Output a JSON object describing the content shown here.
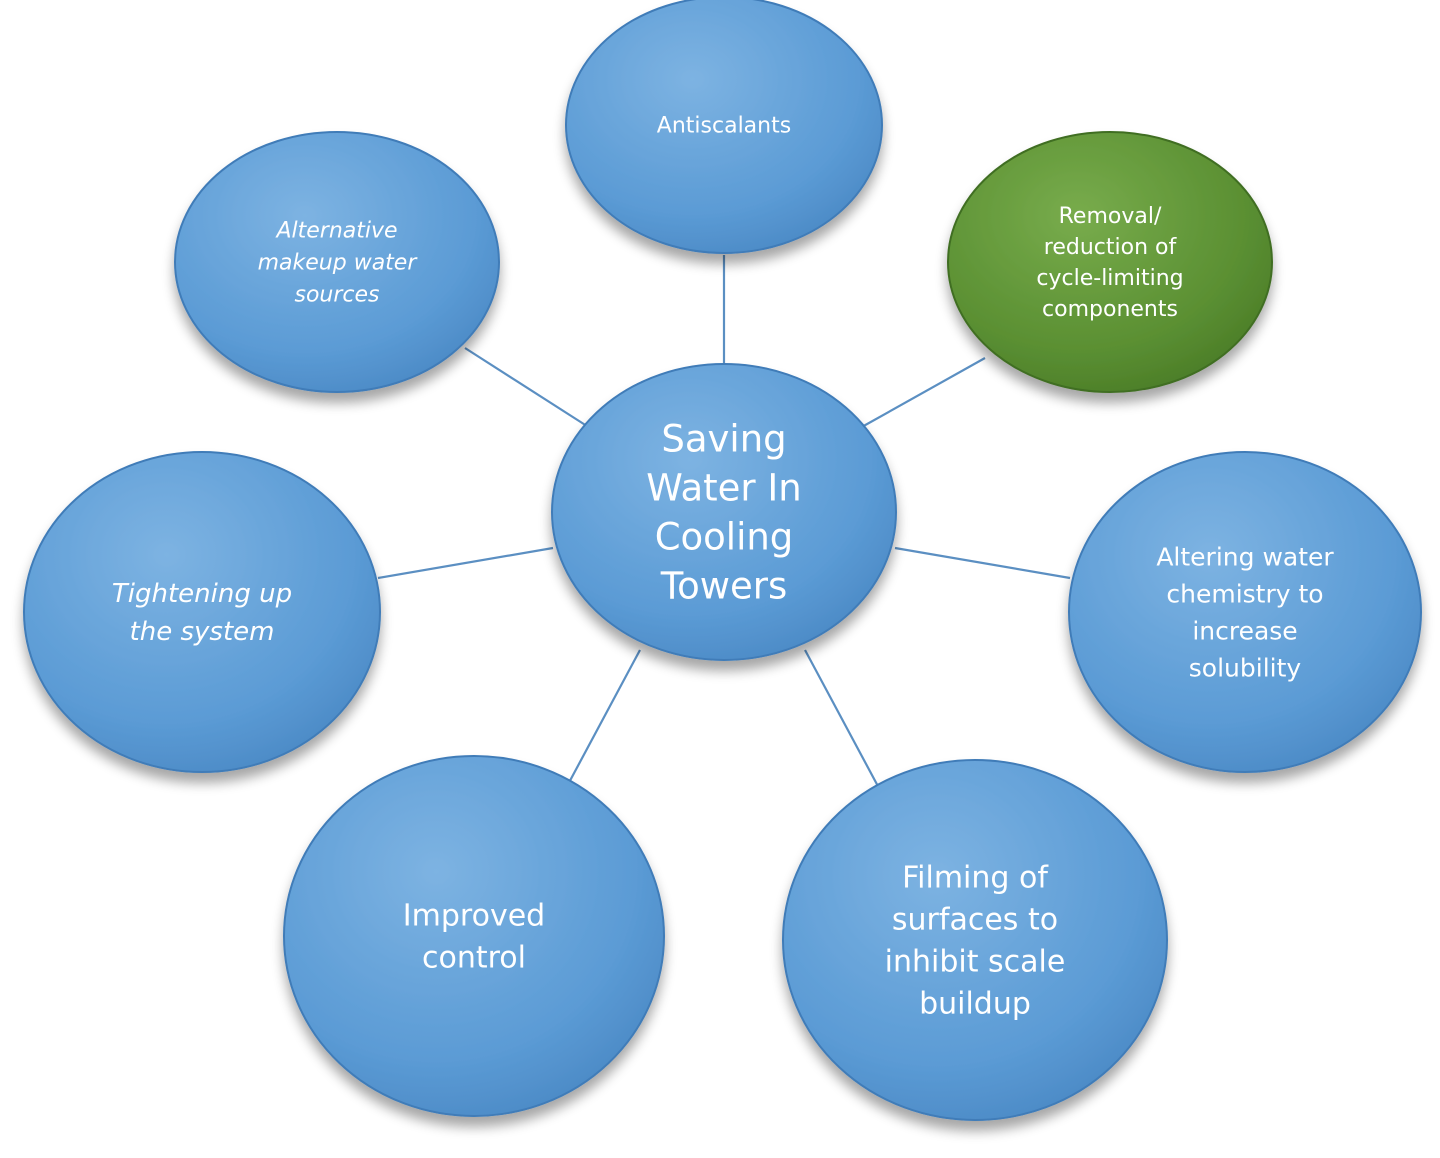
{
  "colors": {
    "node_fill": "#5b9bd5",
    "node_highlight": "#7db3e2",
    "node_edge": "#3f7cb8",
    "accent_fill": "#5a8f32",
    "accent_highlight": "#78ac4c",
    "accent_edge": "#3f6e22",
    "connector": "#5b8fc2",
    "text": "#ffffff"
  },
  "center": {
    "lines": [
      "Saving",
      "Water In",
      "Cooling",
      "Towers"
    ]
  },
  "nodes": [
    {
      "id": "antiscalants",
      "lines": [
        "Antiscalants"
      ],
      "accent": false,
      "italic": false
    },
    {
      "id": "removal-reduction",
      "lines": [
        "Removal/",
        "reduction of",
        "cycle-limiting",
        "components"
      ],
      "accent": true,
      "italic": false
    },
    {
      "id": "altering-chemistry",
      "lines": [
        "Altering water",
        "chemistry to",
        "increase",
        "solubility"
      ],
      "accent": false,
      "italic": false
    },
    {
      "id": "filming-surfaces",
      "lines": [
        "Filming of",
        "surfaces to",
        "inhibit scale",
        "buildup"
      ],
      "accent": false,
      "italic": false
    },
    {
      "id": "improved-control",
      "lines": [
        "Improved",
        "control"
      ],
      "accent": false,
      "italic": false
    },
    {
      "id": "tightening-system",
      "lines": [
        "Tightening up",
        "the system"
      ],
      "accent": false,
      "italic": true
    },
    {
      "id": "alternative-makeup",
      "lines": [
        "Alternative",
        "makeup water",
        "sources"
      ],
      "accent": false,
      "italic": true
    }
  ]
}
